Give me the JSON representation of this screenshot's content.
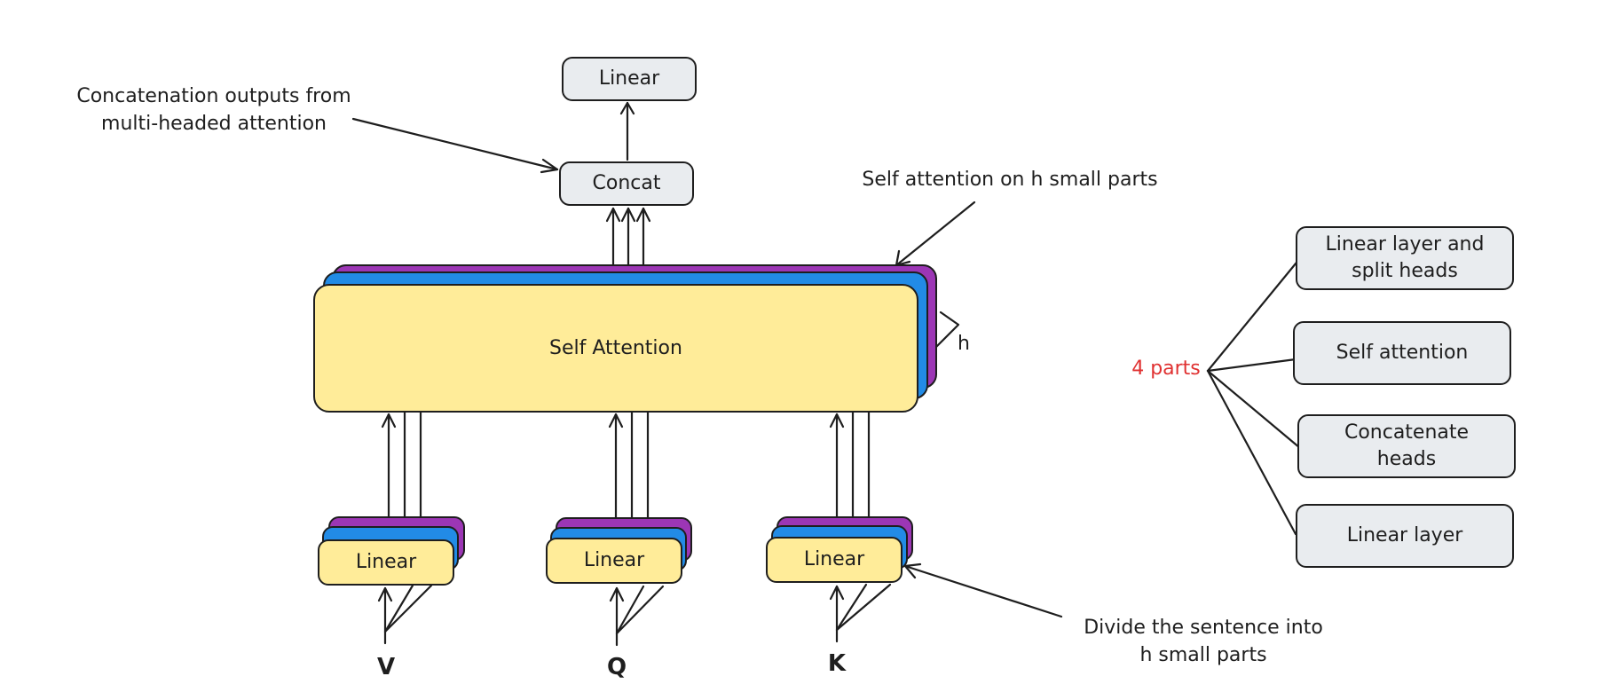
{
  "nodes": {
    "linear_top": "Linear",
    "concat": "Concat",
    "self_attention": "Self Attention",
    "linear_v": "Linear",
    "linear_q": "Linear",
    "linear_k": "Linear"
  },
  "inputs": {
    "v": "V",
    "q": "Q",
    "k": "K"
  },
  "annotations": {
    "concat_note": "Concatenation outputs from\nmulti-headed attention",
    "self_attention_note": "Self attention on h small parts",
    "h_label": "h",
    "divide_note": "Divide the sentence into\nh small parts",
    "parts_label": "4 parts"
  },
  "parts": [
    "Linear layer and\nsplit heads",
    "Self attention",
    "Concatenate\nheads",
    "Linear layer"
  ],
  "colors": {
    "yellow": "#ffec99",
    "blue": "#228be6",
    "purple": "#9c36b5",
    "gray": "#e9ecef",
    "red": "#e03131"
  }
}
